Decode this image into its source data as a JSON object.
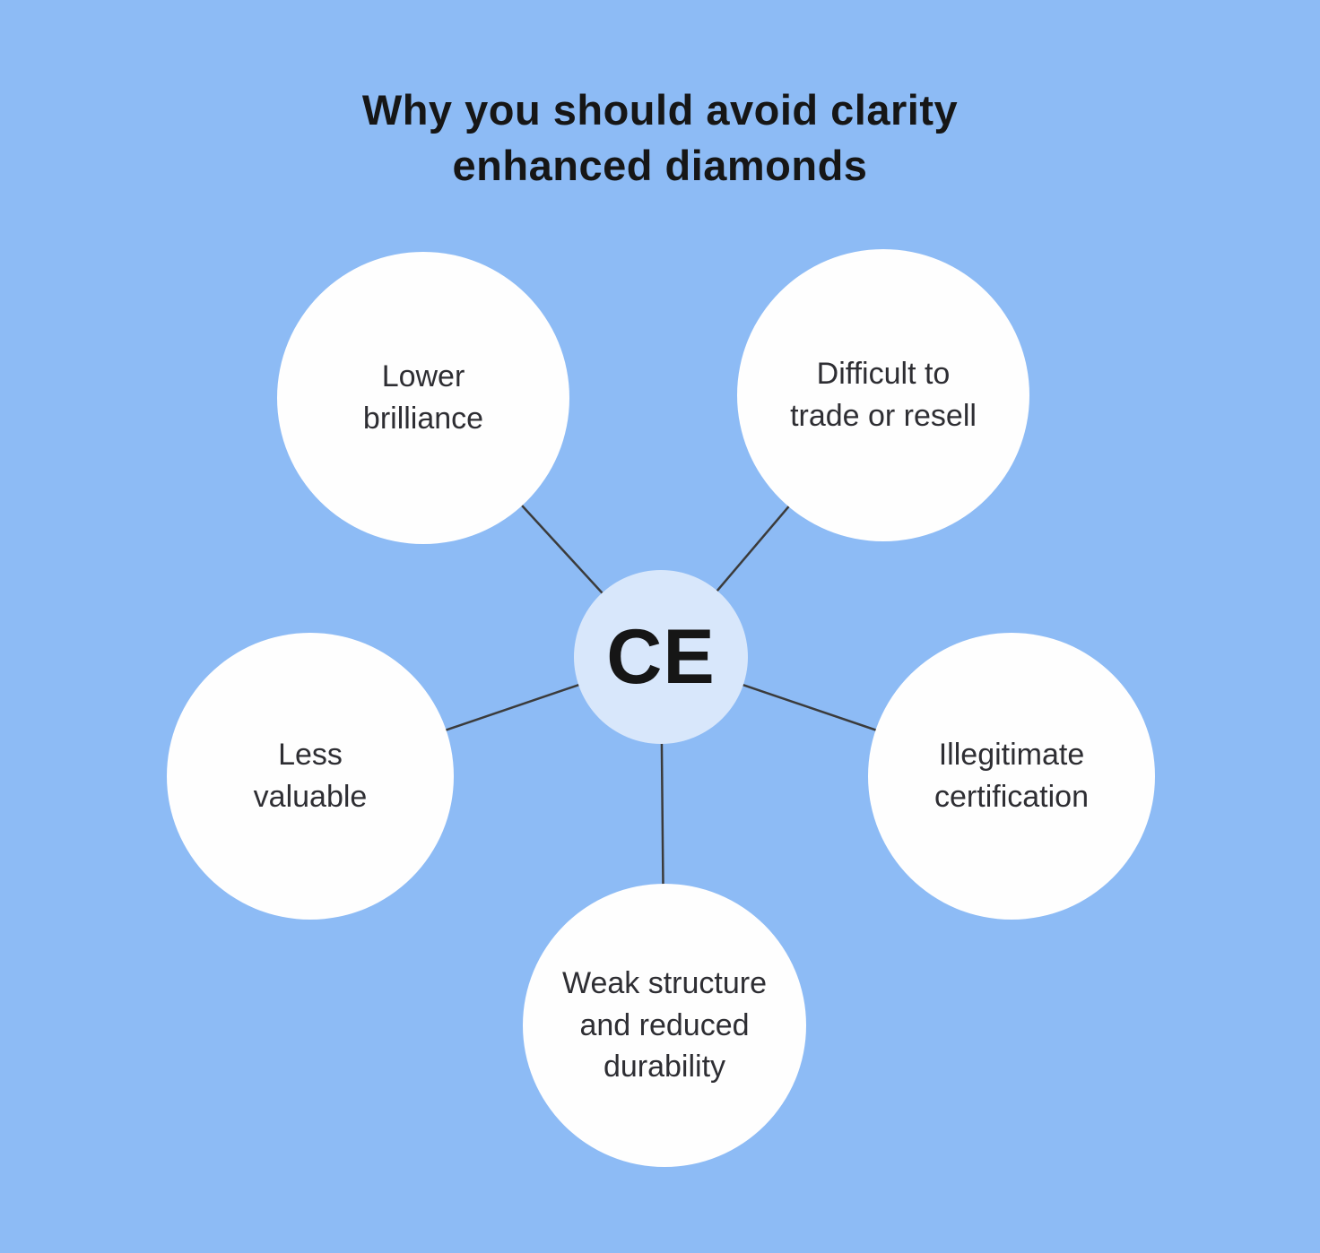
{
  "title": {
    "full": "Why you should avoid clarity enhanced diamonds",
    "lines": [
      "Why you should avoid clarity",
      "enhanced diamonds"
    ]
  },
  "hub": {
    "label": "CE"
  },
  "nodes": [
    {
      "id": "lower-brilliance",
      "label": "Lower brilliance",
      "lines": [
        "Lower",
        "brilliance"
      ]
    },
    {
      "id": "difficult-to-trade-or-resell",
      "label": "Difficult to trade or resell",
      "lines": [
        "Difficult to",
        "trade or resell"
      ]
    },
    {
      "id": "less-valuable",
      "label": "Less valuable",
      "lines": [
        "Less",
        "valuable"
      ]
    },
    {
      "id": "illegitimate-certification",
      "label": "Illegitimate certification",
      "lines": [
        "Illegitimate",
        "certification"
      ]
    },
    {
      "id": "weak-structure-reduced-durability",
      "label": "Weak structure and reduced durability",
      "lines": [
        "Weak structure",
        "and reduced",
        "durability"
      ]
    }
  ],
  "colors": {
    "background": "#8DBBF5",
    "hub_fill": "#D8E7FB",
    "node_fill": "#FEFEFE",
    "connector": "#3B3B3B",
    "title_text": "#161616",
    "node_text": "#2E2E33"
  }
}
